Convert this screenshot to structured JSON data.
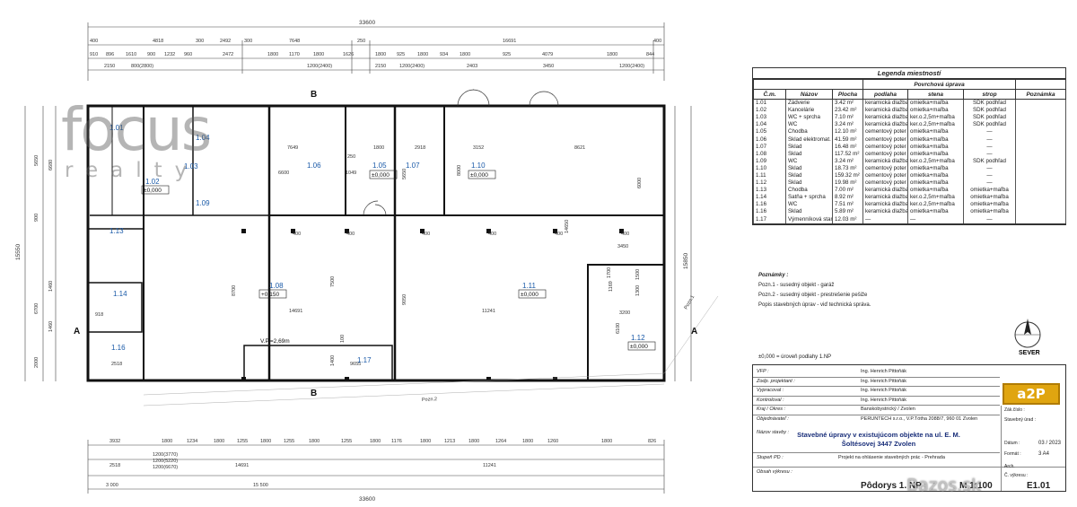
{
  "dimensions": {
    "total_top": "33600",
    "top_row1": [
      "400",
      "4818",
      "300",
      "2492",
      "300",
      "7648",
      "250",
      "16691",
      "400"
    ],
    "top_row2": [
      "910",
      "896",
      "1610",
      "900",
      "1232",
      "960",
      "2472",
      "1800",
      "1170",
      "1800",
      "1626",
      "1800",
      "925",
      "1800",
      "934",
      "1800",
      "925",
      "4079",
      "1800",
      "844"
    ],
    "top_row3": [
      "2150",
      "800(2800)",
      "1200(2400)",
      "2150",
      "1200(2400)",
      "2403",
      "3450",
      "1200(2400)"
    ],
    "left": [
      "15550",
      "5650",
      "6680",
      "900",
      "6700",
      "1460",
      "1460",
      "2000"
    ],
    "right": [
      "15850",
      "14650",
      "6000",
      "3450"
    ],
    "bottom_row1": [
      "3932",
      "1800",
      "1234",
      "1800",
      "1255",
      "1800",
      "1255",
      "1800",
      "1255",
      "1800",
      "1176",
      "1800",
      "1213",
      "1800",
      "1264",
      "1800",
      "1260",
      "1800",
      "826"
    ],
    "bottom_row2": [
      "1200(3770)",
      "1200(5220)",
      "1200(6670)"
    ],
    "bottom_row3": [
      "2518",
      "14691",
      "11241"
    ],
    "bottom_row4": [
      "3 000",
      "15 500",
      "33600"
    ],
    "inner": [
      "7649",
      "1800",
      "2918",
      "3152",
      "8621",
      "250",
      "1049",
      "5650",
      "6600",
      "8000",
      "8700",
      "7500",
      "9050",
      "11241",
      "14691",
      "3200",
      "9655",
      "1400",
      "100",
      "1169",
      "1700",
      "1300",
      "1500",
      "6100",
      "918",
      "2518"
    ]
  },
  "rooms": {
    "r101": "1.01",
    "r102": "1.02",
    "r103": "1.03",
    "r104": "1.04",
    "r105": "1.05",
    "r106": "1.06",
    "r107": "1.07",
    "r108": "1.08",
    "r109": "1.09",
    "r110": "1.10",
    "r111": "1.11",
    "r112": "1.12",
    "r113": "1.13",
    "r114": "1.14",
    "r116": "1.16",
    "r117": "1.17"
  },
  "levels": {
    "zero": "±0,000",
    "plus150": "+0,150",
    "vp": "V.P.=2,69m"
  },
  "labels": {
    "sectionB": "B",
    "sectionA": "A",
    "poz1": "Pozn.1",
    "poz2": "Pozn.2",
    "dim400": "400"
  },
  "legend": {
    "title": "Legenda miestností",
    "subtitle": "Povrchová úprava",
    "headers": [
      "Č.m.",
      "Názov",
      "Plocha",
      "podlaha",
      "stena",
      "strop",
      "Poznámka"
    ],
    "rows": [
      [
        "1.01",
        "Zádverie",
        "3.42 m²",
        "keramická dlažba",
        "omietka+maľba",
        "SDK podhľad",
        ""
      ],
      [
        "1.02",
        "Kancelárie",
        "23.42 m²",
        "keramická dlažba",
        "omietka+maľba",
        "SDK podhľad",
        ""
      ],
      [
        "1.03",
        "WC + sprcha",
        "7.10 m²",
        "keramická dlažba",
        "ker.o.2,5m+maľba",
        "SDK podhľad",
        ""
      ],
      [
        "1.04",
        "WC",
        "3.24 m²",
        "keramická dlažba",
        "ker.o.2,5m+maľba",
        "SDK podhľad",
        ""
      ],
      [
        "1.05",
        "Chodba",
        "12.10 m²",
        "cementový poter",
        "omietka+maľba",
        "—",
        ""
      ],
      [
        "1.06",
        "Sklad elektromat. mat.",
        "41.59 m²",
        "cementový poter",
        "omietka+maľba",
        "—",
        ""
      ],
      [
        "1.07",
        "Sklad",
        "16.48 m²",
        "cementový poter",
        "omietka+maľba",
        "—",
        ""
      ],
      [
        "1.08",
        "Sklad",
        "117.52 m²",
        "cementový poter",
        "omietka+maľba",
        "—",
        ""
      ],
      [
        "1.09",
        "WC",
        "3.24 m²",
        "keramická dlažba",
        "ker.o.2,5m+maľba",
        "SDK podhľad",
        ""
      ],
      [
        "1.10",
        "Sklad",
        "18.73 m²",
        "cementový poter",
        "omietka+maľba",
        "—",
        ""
      ],
      [
        "1.11",
        "Sklad",
        "159.32 m²",
        "cementový poter",
        "omietka+maľba",
        "—",
        ""
      ],
      [
        "1.12",
        "Sklad",
        "19.98 m²",
        "cementový poter",
        "omietka+maľba",
        "—",
        ""
      ],
      [
        "1.13",
        "Chodba",
        "7.00 m²",
        "keramická dlažba",
        "omietka+maľba",
        "omietka+maľba",
        ""
      ],
      [
        "1.14",
        "Šatňa + sprcha",
        "8.92 m²",
        "keramická dlažba",
        "ker.o.2,5m+maľba",
        "omietka+maľba",
        ""
      ],
      [
        "1.16",
        "WC",
        "7.51 m²",
        "keramická dlažba",
        "ker.o.2,5m+maľba",
        "omietka+maľba",
        ""
      ],
      [
        "1.16",
        "Sklad",
        "5.89 m²",
        "keramická dlažba",
        "omietka+maľba",
        "omietka+maľba",
        ""
      ],
      [
        "1.17",
        "Výmenníková stanica",
        "12.03 m²",
        "—",
        "—",
        "—",
        ""
      ]
    ]
  },
  "notes": {
    "title": "Poznámky :",
    "n1": "Pozn.1 - susedný objekt - garáž",
    "n2": "Pozn.2 - susedný objekt - prestrešenie pešiže",
    "n3": "Popis stavebných úprav - viď technická správa.",
    "level": "±0,000 = úroveň podlahy 1.NP"
  },
  "title_block": {
    "rows": [
      {
        "label": "VFP :",
        "value": "Ing. Henrich Pittoňák"
      },
      {
        "label": "Zodp. projektant :",
        "value": "Ing. Henrich Pittoňák"
      },
      {
        "label": "Vypracoval :",
        "value": "Ing. Henrich Pittoňák"
      },
      {
        "label": "Kontroloval :",
        "value": "Ing. Henrich Pittoňák"
      },
      {
        "label": "Kraj / Okres :",
        "value": "Banskobystrický / Zvolen"
      },
      {
        "label": "Objednávateľ :",
        "value": "PERUNTECH s.r.o., V.P.Tótha 2088/7, 960 01 Zvolen"
      }
    ],
    "logo": "a2P",
    "project_label": "Názov stavby :",
    "project": "Stavebné úpravy v existujúcom objekte na ul. E. M. Šoltésovej 3447 Zvolen",
    "stage_label": "Stupeň PD :",
    "stage": "Projekt na ohlásenie stavebných prác - Prehrada",
    "drawing_label": "Obsah výkresu :",
    "drawing": "Pôdorys 1. NP",
    "scale": "M 1:100",
    "number": "E1.01",
    "side_labels": [
      "Zák.číslo :",
      "Stavebný úrad :",
      "Dátum :",
      "Formát :",
      "Arch.",
      "Č. výkresu :"
    ],
    "date": "03 / 2023",
    "format": "3 A4"
  },
  "watermark": {
    "w1": "focus",
    "w2": "realty",
    "site": "Bazos.sk"
  },
  "north": "SEVER"
}
